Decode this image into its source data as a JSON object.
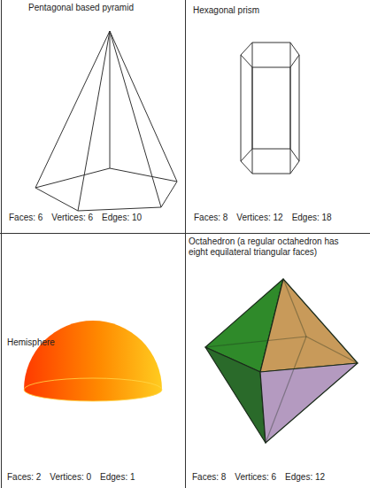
{
  "diagram": {
    "nodes": [
      {
        "text": [
          "Pentagonal based pyramid",
          "Faces: 6",
          "Vertices: 6",
          "Edges: 10"
        ]
      },
      {
        "text": [
          "Hexagonal prism",
          "Faces: 8",
          "Vertices: 12",
          "Edges: 18"
        ]
      },
      {
        "text": [
          "Hemisphere",
          "Faces: 2",
          "Vertices: 0",
          "Edges: 1"
        ]
      },
      {
        "text": [
          "Octahedron (a regular octahedron has eight equilateral triangular faces)",
          "Faces: 8",
          "Vertices: 6",
          "Edges: 12"
        ]
      }
    ]
  }
}
